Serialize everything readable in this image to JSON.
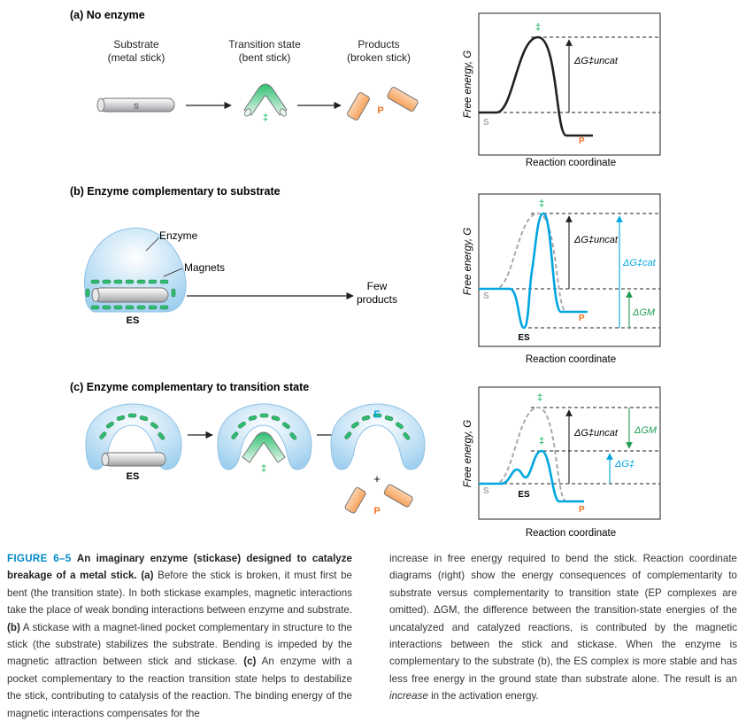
{
  "panels": [
    {
      "heading": "(a) No enzyme",
      "substrate_title": "Substrate",
      "substrate_sub": "(metal stick)",
      "ts_title": "Transition state",
      "ts_sub": "(bent stick)",
      "products_title": "Products",
      "products_sub": "(broken stick)",
      "stick_label": "S",
      "ts_symbol": "‡",
      "product_label": "P",
      "graph": {
        "ylabel": "Free energy, G",
        "xlabel": "Reaction coordinate",
        "label_s": "S",
        "label_p": "P",
        "label_ts": "‡",
        "dg_uncat": "ΔG‡uncat"
      }
    },
    {
      "heading": "(b) Enzyme complementary to substrate",
      "enzyme_label": "Enzyme",
      "magnets_label": "Magnets",
      "es_label": "ES",
      "result_line1": "Few",
      "result_line2": "products",
      "graph": {
        "ylabel": "Free energy, G",
        "xlabel": "Reaction coordinate",
        "label_s": "S",
        "label_p": "P",
        "label_es": "ES",
        "label_ts": "‡",
        "dg_uncat": "ΔG‡uncat",
        "dg_cat": "ΔG‡cat",
        "dg_m": "ΔGM"
      }
    },
    {
      "heading": "(c) Enzyme complementary to transition state",
      "es_label": "ES",
      "ts_symbol": "‡",
      "e_label": "E",
      "plus": "+",
      "product_label": "P",
      "graph": {
        "ylabel": "Free energy, G",
        "xlabel": "Reaction coordinate",
        "label_s": "S",
        "label_p": "P",
        "label_es": "ES",
        "label_ts": "‡",
        "label_ts2": "‡",
        "dg_uncat": "ΔG‡uncat",
        "dg_m": "ΔGM",
        "dg_ts": "ΔG‡"
      }
    }
  ],
  "caption": {
    "figure_label": "FIGURE 6–5",
    "title": "An imaginary enzyme (stickase) designed to catalyze breakage of a metal stick.",
    "part_a_label": "(a)",
    "part_a_text": "Before the stick is broken, it must first be bent (the transition state). In both stickase examples, magnetic interactions take the place of weak bonding interactions between enzyme and substrate.",
    "part_b_label": "(b)",
    "part_b_text": "A stickase with a magnet-lined pocket complementary in structure to the stick (the substrate) stabilizes the substrate. Bending is impeded by the magnetic attraction between stick and stickase.",
    "part_c_label": "(c)",
    "part_c_text": "An enzyme with a pocket complementary to the reaction transition state helps to destabilize the stick, contributing to catalysis of the reaction. The binding energy of the magnetic interactions compensates for the",
    "right_text_1": "increase in free energy required to bend the stick. Reaction coordinate diagrams (right) show the energy consequences of complementarity to substrate versus complementarity to transition state (EP complexes are omitted). ΔGM, the difference between the transition-state energies of the uncatalyzed and catalyzed reactions, is contributed by the magnetic interactions between the stick and stickase. When the enzyme is complementary to the substrate (b), the ES complex is more stable and has less free energy in the ground state than substrate alone. The result is an",
    "right_emph": "increase",
    "right_text_2": "in the activation energy."
  },
  "colors": {
    "curve_black": "#231f20",
    "curve_blue": "#00a6e0",
    "dashed_gray": "#a7a9ac",
    "magnet_green": "#1f9d55",
    "ts_green": "#2fbf71",
    "product_orange": "#f36f21",
    "enzyme_blue": "#b9dcf3",
    "stick_gray": "#cfd1d3"
  }
}
